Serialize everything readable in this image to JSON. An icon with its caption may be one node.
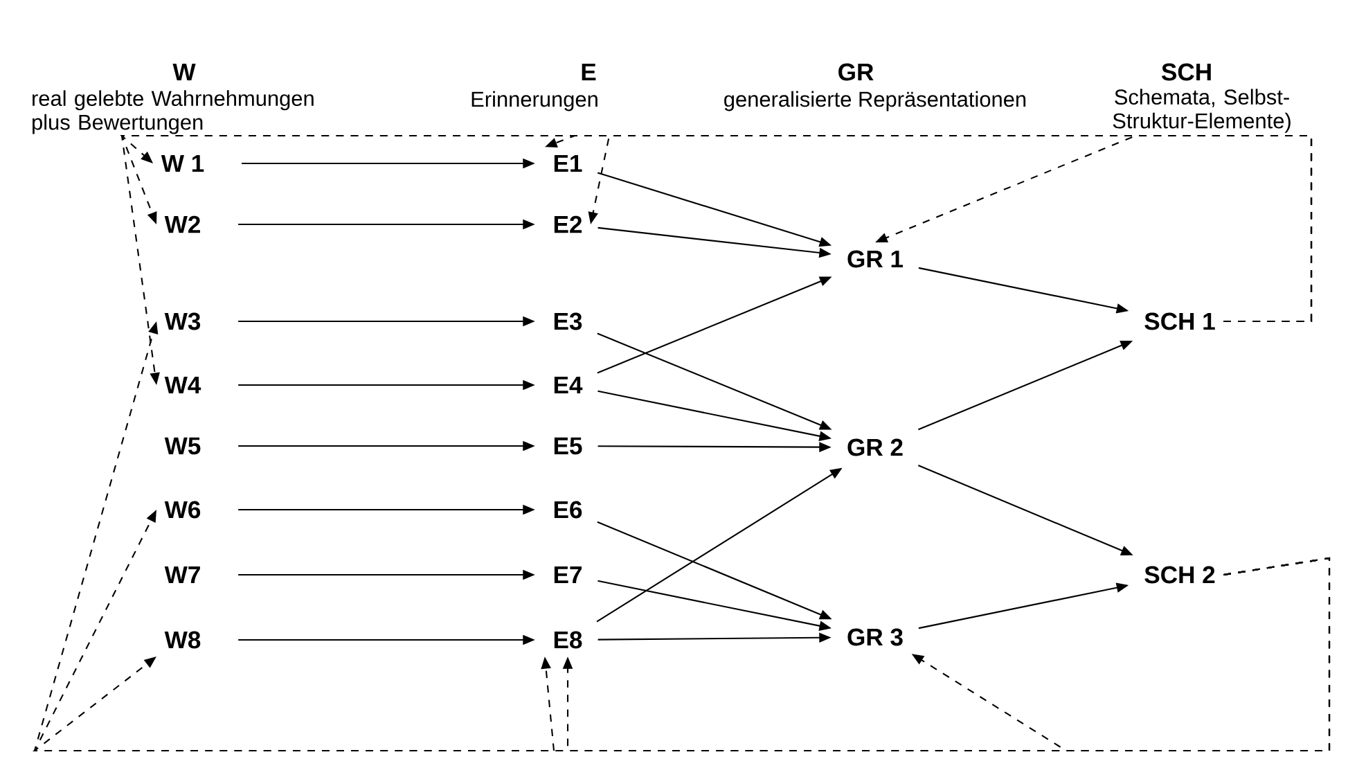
{
  "diagram": {
    "nodes": [
      {
        "text": [
          "W 1"
        ]
      },
      {
        "text": [
          "W2"
        ]
      },
      {
        "text": [
          "W3"
        ]
      },
      {
        "text": [
          "W4"
        ]
      },
      {
        "text": [
          "W5"
        ]
      },
      {
        "text": [
          "W6"
        ]
      },
      {
        "text": [
          "W7"
        ]
      },
      {
        "text": [
          "W8"
        ]
      },
      {
        "text": [
          "E1"
        ]
      },
      {
        "text": [
          "E2"
        ]
      },
      {
        "text": [
          "E3"
        ]
      },
      {
        "text": [
          "E4"
        ]
      },
      {
        "text": [
          "E5"
        ]
      },
      {
        "text": [
          "E6"
        ]
      },
      {
        "text": [
          "E7"
        ]
      },
      {
        "text": [
          "E8"
        ]
      },
      {
        "text": [
          "GR 1"
        ]
      },
      {
        "text": [
          "GR 2"
        ]
      },
      {
        "text": [
          "GR 3"
        ]
      },
      {
        "text": [
          "SCH 1"
        ]
      },
      {
        "text": [
          "SCH 2"
        ]
      }
    ],
    "edges": [
      {
        "from": 0,
        "to": 8,
        "arrow": "to"
      },
      {
        "from": 1,
        "to": 9,
        "arrow": "to"
      },
      {
        "from": 2,
        "to": 10,
        "arrow": "to"
      },
      {
        "from": 3,
        "to": 11,
        "arrow": "to"
      },
      {
        "from": 4,
        "to": 12,
        "arrow": "to"
      },
      {
        "from": 5,
        "to": 13,
        "arrow": "to"
      },
      {
        "from": 6,
        "to": 14,
        "arrow": "to"
      },
      {
        "from": 7,
        "to": 15,
        "arrow": "to"
      },
      {
        "from": 8,
        "to": 16,
        "arrow": "to"
      },
      {
        "from": 9,
        "to": 16,
        "arrow": "to"
      },
      {
        "from": 11,
        "to": 16,
        "arrow": "to"
      },
      {
        "from": 10,
        "to": 17,
        "arrow": "to"
      },
      {
        "from": 11,
        "to": 17,
        "arrow": "to"
      },
      {
        "from": 12,
        "to": 17,
        "arrow": "to"
      },
      {
        "from": 15,
        "to": 17,
        "arrow": "to"
      },
      {
        "from": 13,
        "to": 18,
        "arrow": "to"
      },
      {
        "from": 14,
        "to": 18,
        "arrow": "to"
      },
      {
        "from": 15,
        "to": 18,
        "arrow": "to"
      },
      {
        "from": 16,
        "to": 19,
        "arrow": "to"
      },
      {
        "from": 17,
        "to": 19,
        "arrow": "to"
      },
      {
        "from": 17,
        "to": 20,
        "arrow": "to"
      },
      {
        "from": 18,
        "to": 20,
        "arrow": "to"
      },
      {
        "from": 19,
        "to": 0,
        "arrow": "to",
        "style": "dashed"
      },
      {
        "from": 19,
        "to": 1,
        "arrow": "to",
        "style": "dashed"
      },
      {
        "from": 19,
        "to": 3,
        "arrow": "to",
        "style": "dashed"
      },
      {
        "from": 19,
        "to": 8,
        "arrow": "to",
        "style": "dashed"
      },
      {
        "from": 19,
        "to": 9,
        "arrow": "to",
        "style": "dashed"
      },
      {
        "from": 19,
        "to": 16,
        "arrow": "to",
        "style": "dashed"
      },
      {
        "from": 20,
        "to": 2,
        "arrow": "to",
        "style": "dashed"
      },
      {
        "from": 20,
        "to": 5,
        "arrow": "to",
        "style": "dashed"
      },
      {
        "from": 20,
        "to": 7,
        "arrow": "to",
        "style": "dashed"
      },
      {
        "from": null,
        "to": 15,
        "arrow": "to",
        "style": "dashed"
      },
      {
        "from": 20,
        "to": 15,
        "arrow": "to",
        "style": "dashed"
      },
      {
        "from": 20,
        "to": 18,
        "arrow": "to",
        "style": "dashed"
      }
    ],
    "labels": [
      "W",
      "real gelebte Wahrnehmungen plus Bewertungen",
      "E",
      "Erinnerungen",
      "GR",
      "generalisierte Repräsentationen",
      "SCH",
      "Schemata, Selbst-Struktur-Elemente)"
    ]
  }
}
